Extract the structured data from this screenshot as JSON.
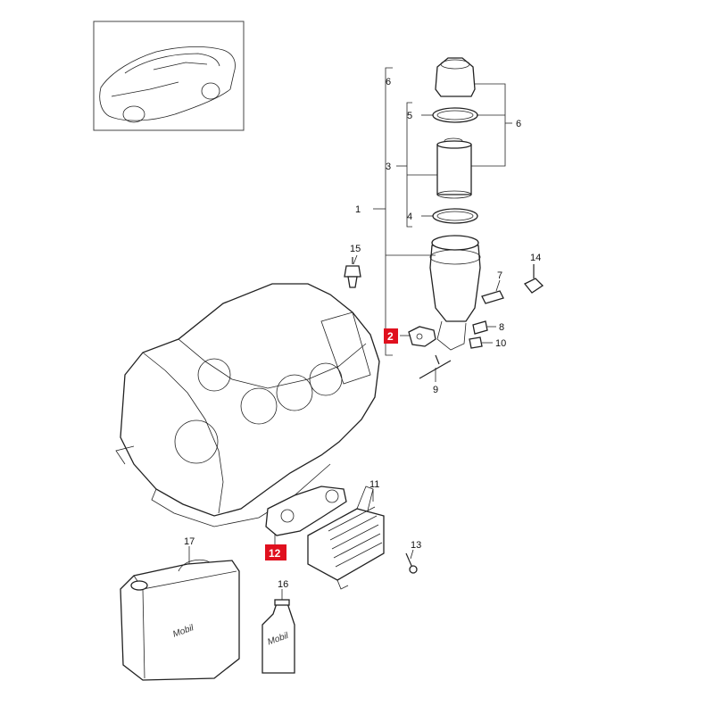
{
  "callouts": {
    "c1": "1",
    "c2": "2",
    "c3": "3",
    "c4": "4",
    "c5": "5",
    "c6a": "6",
    "c6b": "6",
    "c7": "7",
    "c8": "8",
    "c9": "9",
    "c10": "10",
    "c11": "11",
    "c12": "12",
    "c13": "13",
    "c14": "14",
    "c15": "15",
    "c16": "16",
    "c17": "17"
  },
  "highlighted_callouts": [
    "2",
    "12"
  ],
  "brand": {
    "canister": "Mobil",
    "bottle": "Mobil"
  },
  "colors": {
    "highlight": "#e0101e",
    "line": "#222222"
  }
}
